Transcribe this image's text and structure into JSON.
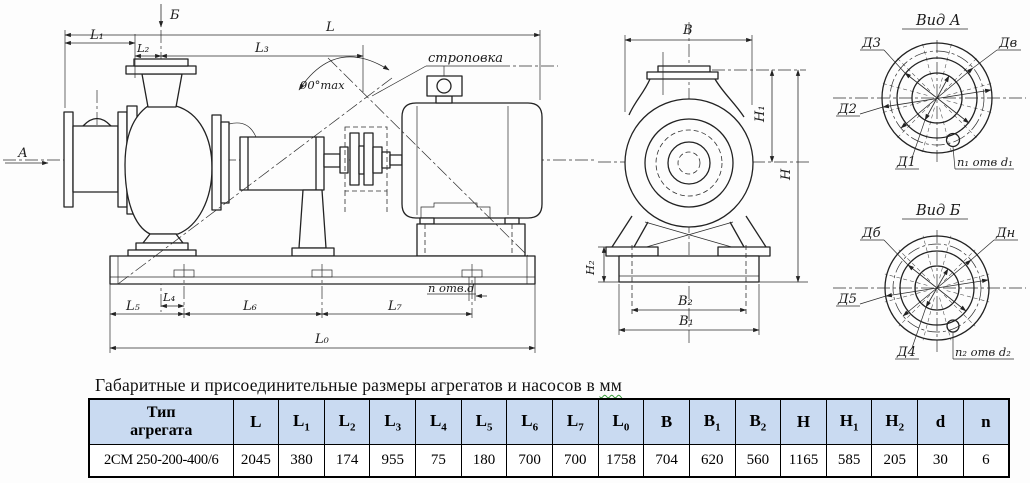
{
  "drawing": {
    "side_view": {
      "label_A": "А",
      "label_B": "Б",
      "dim_L": "L",
      "dim_L1": "L₁",
      "dim_L2": "L₂",
      "dim_L3": "L₃",
      "dim_L4": "L₄",
      "dim_L5": "L₅",
      "dim_L6": "L₆",
      "dim_L7": "L₇",
      "dim_L0": "L₀",
      "angle_note": "90°max",
      "sling_note": "строповка",
      "holes_note": "п отв.d"
    },
    "front_view": {
      "dim_B": "B",
      "dim_B1": "B₁",
      "dim_B2": "B₂",
      "dim_H": "H",
      "dim_H1": "H₁",
      "dim_H2": "H₂"
    },
    "view_a": {
      "title": "Вид А",
      "dim_d3": "Д3",
      "dim_dv": "Дв",
      "dim_d2": "Д2",
      "dim_d1": "Д1",
      "holes_note": "n₁ отв d₁"
    },
    "view_b": {
      "title": "Вид Б",
      "dim_db": "Дб",
      "dim_dn": "Дн",
      "dim_d5": "Д5",
      "dim_d4": "Д4",
      "holes_note": "n₂ отв d₂"
    }
  },
  "table": {
    "title_main": "Габаритные и присоединительные размеры агрегатов и насосов в ",
    "title_unit": "мм",
    "header_bg": "#c9daf1",
    "squiggle_color": "#3b9b3b",
    "type_header": {
      "line1": "Тип",
      "line2": "агрегата"
    },
    "dim_columns": [
      {
        "main": "L",
        "sub": ""
      },
      {
        "main": "L",
        "sub": "1"
      },
      {
        "main": "L",
        "sub": "2"
      },
      {
        "main": "L",
        "sub": "3"
      },
      {
        "main": "L",
        "sub": "4"
      },
      {
        "main": "L",
        "sub": "5"
      },
      {
        "main": "L",
        "sub": "6"
      },
      {
        "main": "L",
        "sub": "7"
      },
      {
        "main": "L",
        "sub": "0"
      },
      {
        "main": "B",
        "sub": ""
      },
      {
        "main": "B",
        "sub": "1"
      },
      {
        "main": "B",
        "sub": "2"
      },
      {
        "main": "H",
        "sub": ""
      },
      {
        "main": "H",
        "sub": "1"
      },
      {
        "main": "H",
        "sub": "2"
      },
      {
        "main": "d",
        "sub": ""
      },
      {
        "main": "n",
        "sub": ""
      }
    ],
    "row": {
      "type": "2СМ 250-200-400/6",
      "values": [
        "2045",
        "380",
        "174",
        "955",
        "75",
        "180",
        "700",
        "700",
        "1758",
        "704",
        "620",
        "560",
        "1165",
        "585",
        "205",
        "30",
        "6"
      ]
    }
  }
}
